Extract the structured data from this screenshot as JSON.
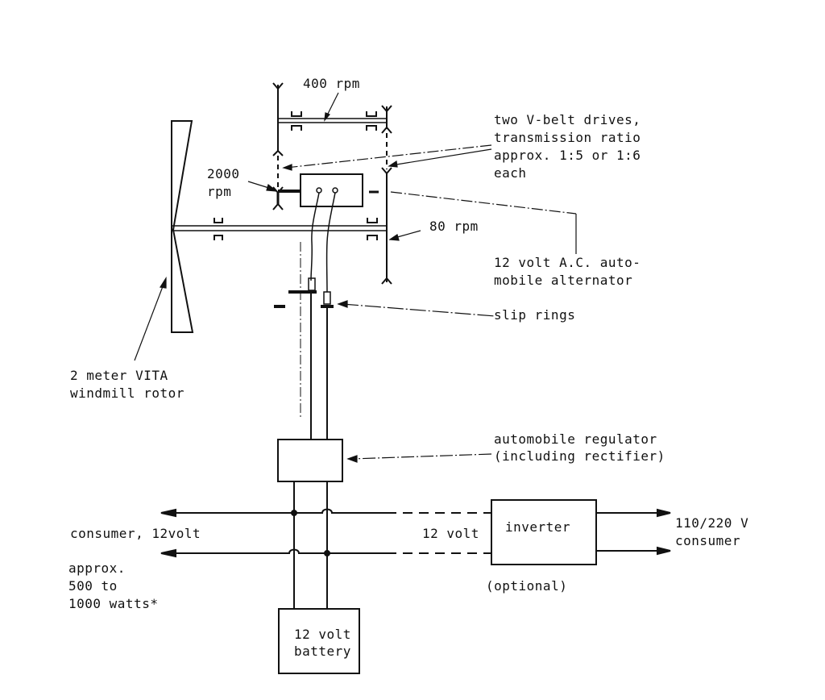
{
  "diagram": {
    "labels": {
      "rpm_400": "400 rpm",
      "vbelt_line1": "two V-belt drives,",
      "vbelt_line2": "transmission ratio",
      "vbelt_line3": "approx. 1:5 or 1:6",
      "vbelt_line4": "each",
      "rpm_2000_line1": "2000",
      "rpm_2000_line2": "rpm",
      "rpm_80": "80 rpm",
      "alternator_line1": "12 volt A.C. auto-",
      "alternator_line2": "mobile alternator",
      "slip_rings": "slip rings",
      "rotor_line1": "2 meter VITA",
      "rotor_line2": "windmill rotor",
      "regulator_line1": "automobile regulator",
      "regulator_line2": "(including rectifier)",
      "consumer_12v": "consumer, 12volt",
      "power_line1": "approx.",
      "power_line2": "500 to",
      "power_line3": "1000 watts*",
      "inverter_input": "12 volt",
      "inverter": "inverter",
      "inverter_optional": "(optional)",
      "ac_out_line1": "110/220 V",
      "ac_out_line2": "consumer",
      "battery_line1": "12 volt",
      "battery_line2": "battery"
    },
    "components": [
      "windmill rotor",
      "main shaft",
      "intermediate shaft",
      "alternator",
      "slip rings",
      "regulator",
      "battery",
      "inverter"
    ],
    "ink_color": "#111111",
    "paper_color": "#ffffff"
  }
}
